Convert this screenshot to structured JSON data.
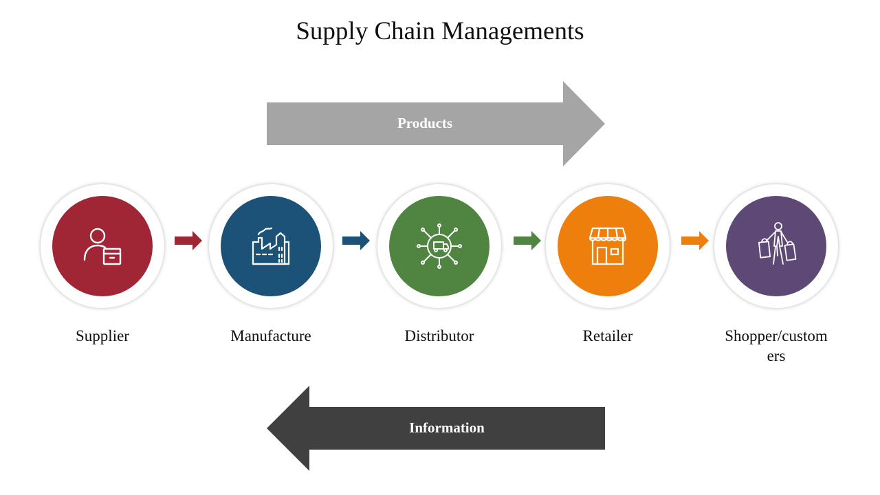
{
  "title": "Supply Chain Managements",
  "products_label": "Products",
  "information_label": "Information",
  "colors": {
    "products_arrow": "#a5a5a5",
    "information_arrow": "#404040",
    "supplier": "#a02535",
    "manufacture": "#1c5278",
    "distributor": "#4f8540",
    "retailer": "#ee7f0d",
    "shopper": "#5e4876"
  },
  "stages": [
    {
      "label": "Supplier",
      "icon": "person-with-box-icon"
    },
    {
      "label": "Manufacture",
      "icon": "factory-icon"
    },
    {
      "label": "Distributor",
      "icon": "distribution-network-icon"
    },
    {
      "label": "Retailer",
      "icon": "storefront-icon"
    },
    {
      "label": "Shopper/custom ers",
      "icon": "shopper-with-bags-icon"
    }
  ]
}
